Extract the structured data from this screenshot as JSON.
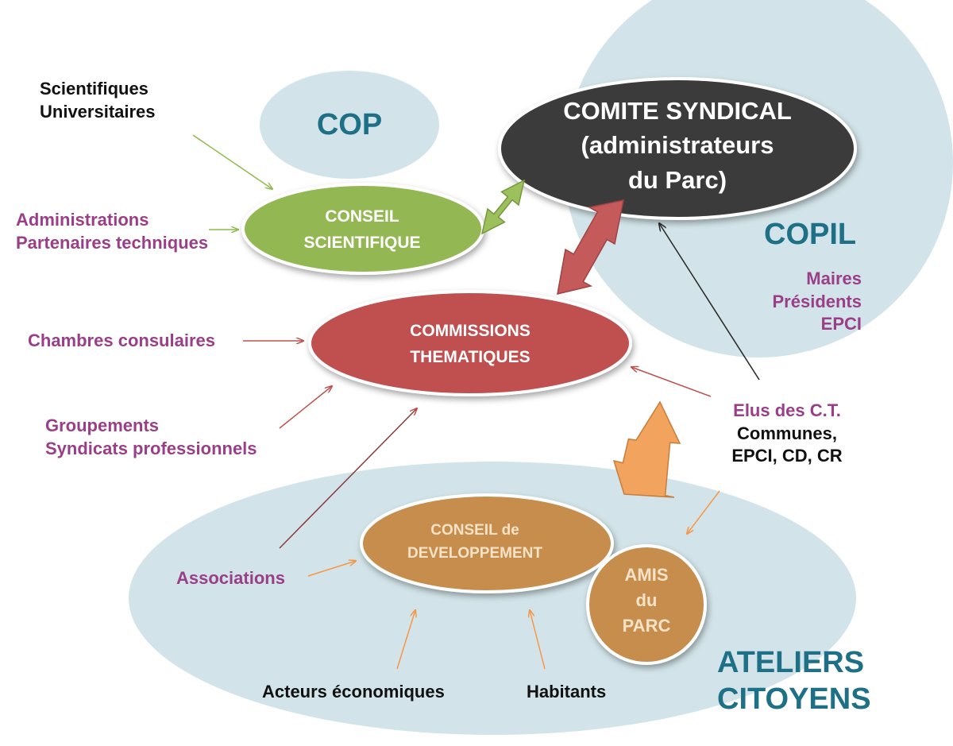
{
  "colors": {
    "group_fill": "#d2e4e9",
    "cop_fill": "#d2e4e9",
    "comite_fill": "#3b3b3b",
    "conseil_scientifique_fill": "#93b852",
    "commissions_fill": "#c04f4f",
    "conseil_dev_fill": "#c78d4e",
    "amis_fill": "#c78d4e",
    "arrow_green": "#9bc05c",
    "arrow_red": "#c45a5a",
    "arrow_orange": "#f2a35e",
    "connector_green": "#8fba4c",
    "connector_red": "#c0504d",
    "connector_orange": "#f79646",
    "connector_dark": "#2b2b2b",
    "purple_text": "#9a3f87",
    "title_text": "#1e7086"
  },
  "groups": {
    "cop": "COP",
    "copil": "COPIL",
    "copil_members": [
      "Maires",
      "Présidents",
      "EPCI"
    ],
    "ateliers": [
      "ATELIERS",
      "CITOYENS"
    ]
  },
  "nodes": {
    "comite_syndical": [
      "COMITE SYNDICAL",
      "(administrateurs",
      "du Parc)"
    ],
    "conseil_scientifique": [
      "CONSEIL",
      "SCIENTIFIQUE"
    ],
    "commissions_thematiques": [
      "COMMISSIONS",
      "THEMATIQUES"
    ],
    "conseil_developpement": [
      "CONSEIL de",
      "DEVELOPPEMENT"
    ],
    "amis_du_parc": [
      "AMIS",
      "du",
      "PARC"
    ]
  },
  "actors": {
    "scientifiques": [
      "Scientifiques",
      "Universitaires"
    ],
    "administrations": [
      "Administrations",
      "Partenaires techniques"
    ],
    "chambres": "Chambres consulaires",
    "groupements": [
      "Groupements",
      "Syndicats professionnels"
    ],
    "associations": "Associations",
    "acteurs_economiques": "Acteurs économiques",
    "habitants": "Habitants",
    "elus": [
      "Elus des C.T.",
      "Communes,",
      "EPCI, CD, CR"
    ]
  }
}
